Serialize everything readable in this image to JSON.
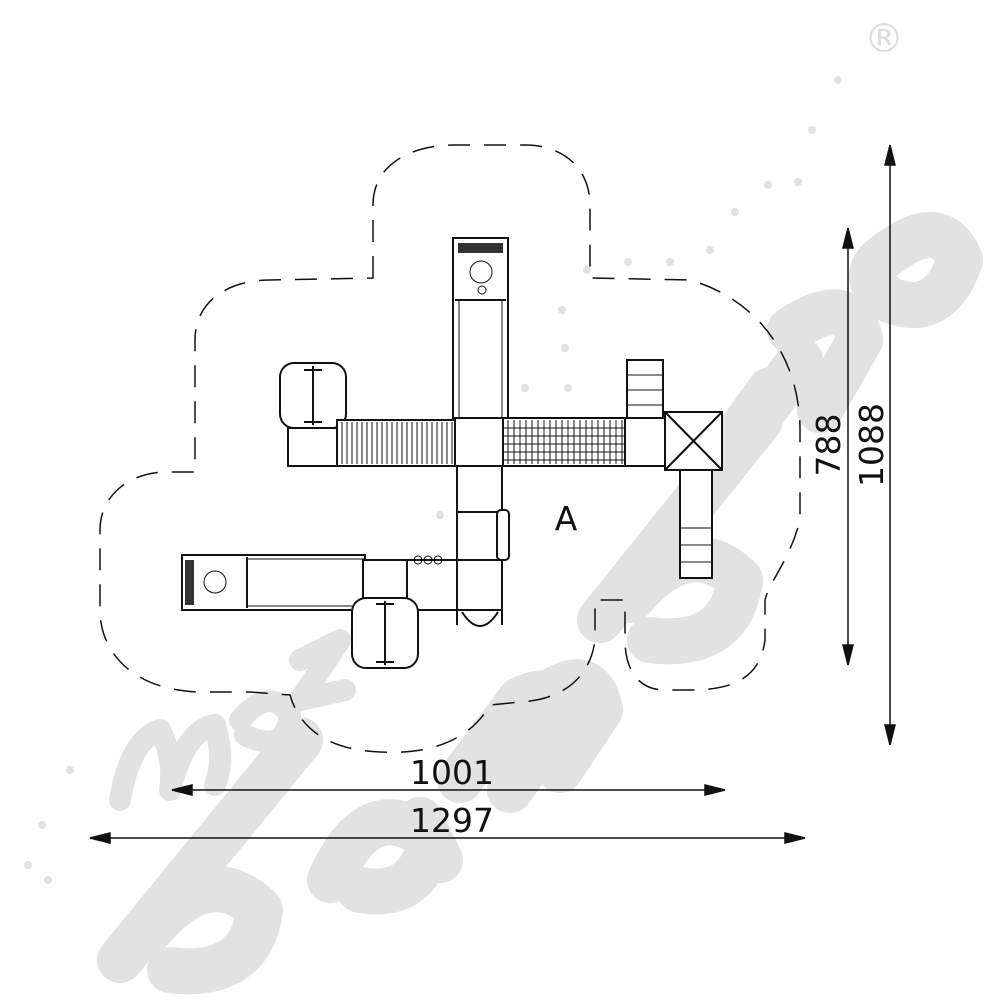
{
  "watermark": {
    "brand_small": "moje",
    "brand_large": "bambino",
    "registered_mark": "®",
    "color": "#e2e2e2"
  },
  "drawing": {
    "zone_label": "A",
    "dimensions": {
      "inner_width": "1001",
      "outer_width": "1297",
      "inner_height": "788",
      "outer_height": "1088"
    },
    "line_color": "#111111"
  }
}
